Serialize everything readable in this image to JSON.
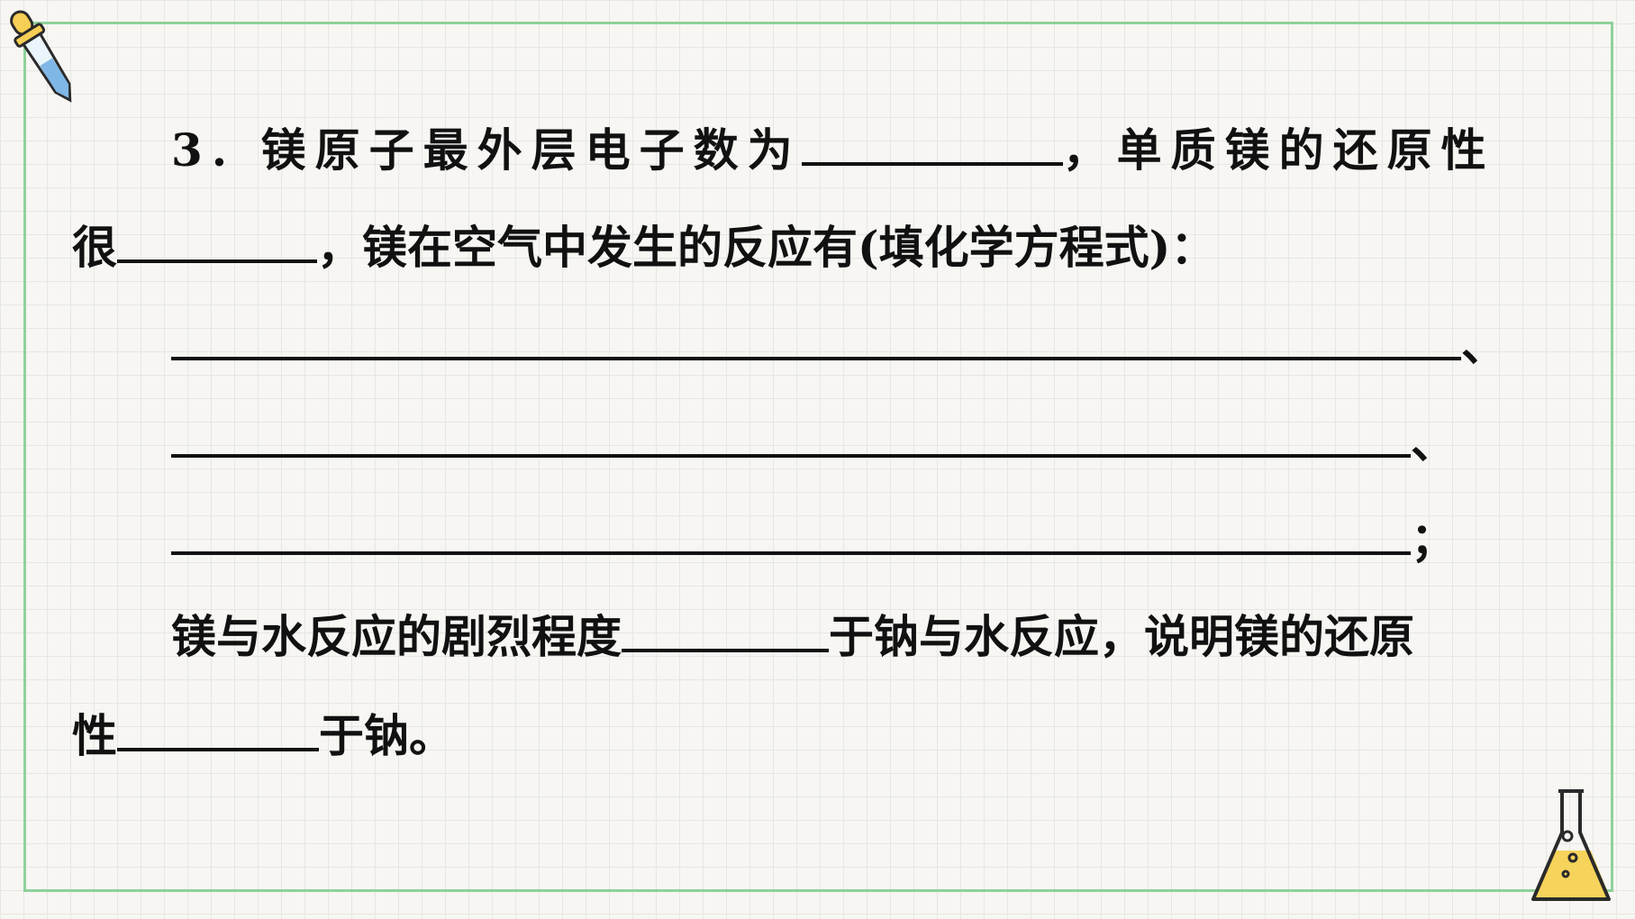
{
  "question": {
    "number": "3.",
    "line1_text": "镁原子最外层电子数为",
    "line1_comma": "，",
    "line1_tail": "单质镁的还原性",
    "line2_head": "很",
    "line2_comma": "，",
    "line2_text": "镁在空气中发生的反应有(填化学方程式)：",
    "answer_line1_end": "、",
    "answer_line2_end": "、",
    "answer_line3_end": "；",
    "line6_text": "镁与水反应的剧烈程度",
    "line6_tail": "于钠与水反应，说明镁的还原",
    "line7_head": "性",
    "line7_tail": "于钠。"
  },
  "decorations": {
    "dropper_icon": "dropper-icon",
    "flask_icon": "flask-icon",
    "border_color": "#8fd19a",
    "flask_liquid_color": "#f6d35a"
  }
}
